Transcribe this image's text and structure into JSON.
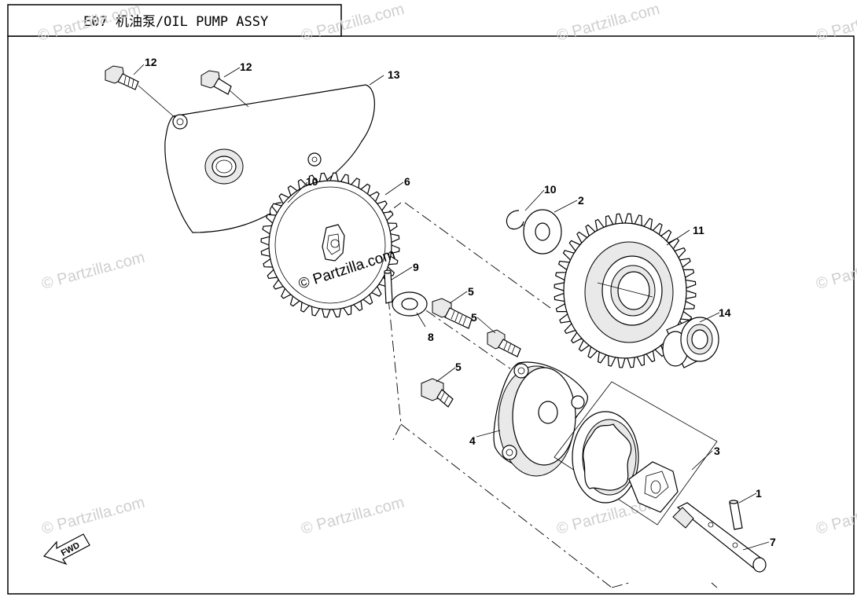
{
  "title": "E07 机油泵/OIL PUMP ASSY",
  "watermark": "© Partzilla.com",
  "fwd_label": "FWD",
  "callouts": {
    "p1": "1",
    "p2": "2",
    "p3": "3",
    "p4": "4",
    "p5a": "5",
    "p5b": "5",
    "p5c": "5",
    "p6": "6",
    "p7": "7",
    "p8": "8",
    "p9": "9",
    "p10a": "10",
    "p10b": "10",
    "p11": "11",
    "p12a": "12",
    "p12b": "12",
    "p13": "13",
    "p14": "14"
  }
}
